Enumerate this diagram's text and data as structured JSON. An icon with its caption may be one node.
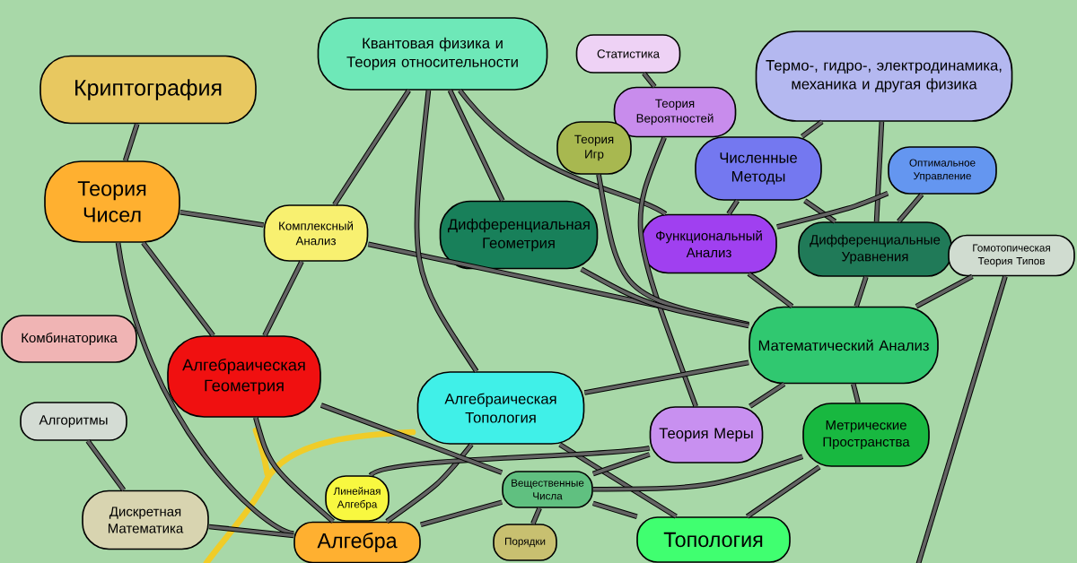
{
  "diagram": {
    "nodes": [
      {
        "text": [
          "Криптография"
        ]
      },
      {
        "text": [
          "Квантовая физика и Теория относительности"
        ]
      },
      {
        "text": [
          "Статистика"
        ]
      },
      {
        "text": [
          "Термо-, гидро-, электродинамика, механика и другая физика"
        ]
      },
      {
        "text": [
          "Теория Чисел"
        ]
      },
      {
        "text": [
          "Теория Вероятностей"
        ]
      },
      {
        "text": [
          "Теория Игр"
        ]
      },
      {
        "text": [
          "Численные Методы"
        ]
      },
      {
        "text": [
          "Оптимальное Управление"
        ]
      },
      {
        "text": [
          "Комплексный Анализ"
        ]
      },
      {
        "text": [
          "Дифференциальная Геометрия"
        ]
      },
      {
        "text": [
          "Функциональный Анализ"
        ]
      },
      {
        "text": [
          "Дифференциальные Уравнения"
        ]
      },
      {
        "text": [
          "Гомотопическая Теория Типов"
        ]
      },
      {
        "text": [
          "Комбинаторика"
        ]
      },
      {
        "text": [
          "Математический Анализ"
        ]
      },
      {
        "text": [
          "Алгебраическая Геометрия"
        ]
      },
      {
        "text": [
          "Алгоритмы"
        ]
      },
      {
        "text": [
          "Алгебраическая Топология"
        ]
      },
      {
        "text": [
          "Теория Меры"
        ]
      },
      {
        "text": [
          "Метрические Пространства"
        ]
      },
      {
        "text": [
          "Линейная Алгебра"
        ]
      },
      {
        "text": [
          "Вещественные Числа"
        ]
      },
      {
        "text": [
          "Дискретная Математика"
        ]
      },
      {
        "text": [
          "Алгебра"
        ]
      },
      {
        "text": [
          "Порядки"
        ]
      },
      {
        "text": [
          "Топология"
        ]
      }
    ],
    "edges": [
      {
        "from": 0,
        "to": 4,
        "arrow": "none"
      },
      {
        "from": 4,
        "to": 9,
        "arrow": "none"
      },
      {
        "from": 4,
        "to": 16,
        "arrow": "none"
      },
      {
        "from": 4,
        "to": 24,
        "arrow": "none"
      },
      {
        "from": 9,
        "to": 1,
        "arrow": "none"
      },
      {
        "from": 9,
        "to": 16,
        "arrow": "none"
      },
      {
        "from": 9,
        "to": 15,
        "arrow": "none"
      },
      {
        "from": 1,
        "to": 18,
        "arrow": "none"
      },
      {
        "from": 1,
        "to": 10,
        "arrow": "none"
      },
      {
        "from": 1,
        "to": 11,
        "arrow": "none"
      },
      {
        "from": 2,
        "to": 5,
        "arrow": "none"
      },
      {
        "from": 5,
        "to": 19,
        "arrow": "none"
      },
      {
        "from": 3,
        "to": 7,
        "arrow": "none"
      },
      {
        "from": 3,
        "to": 12,
        "arrow": "none"
      },
      {
        "from": 7,
        "to": 11,
        "arrow": "none"
      },
      {
        "from": 7,
        "to": 12,
        "arrow": "none"
      },
      {
        "from": 8,
        "to": 11,
        "arrow": "none"
      },
      {
        "from": 8,
        "to": 12,
        "arrow": "none"
      },
      {
        "from": 6,
        "to": 15,
        "arrow": "none"
      },
      {
        "from": 10,
        "to": 15,
        "arrow": "none"
      },
      {
        "from": 11,
        "to": 15,
        "arrow": "none"
      },
      {
        "from": 12,
        "to": 15,
        "arrow": "none"
      },
      {
        "from": 13,
        "to": 15,
        "arrow": "none"
      },
      {
        "from": 15,
        "to": 20,
        "arrow": "none"
      },
      {
        "from": 15,
        "to": 18,
        "arrow": "none"
      },
      {
        "from": 15,
        "to": 19,
        "arrow": "none"
      },
      {
        "from": 16,
        "to": 24,
        "arrow": "none"
      },
      {
        "from": 17,
        "to": 23,
        "arrow": "none"
      },
      {
        "from": 23,
        "to": 24,
        "arrow": "none"
      },
      {
        "from": 18,
        "to": 24,
        "arrow": "none"
      },
      {
        "from": 18,
        "to": 26,
        "arrow": "none"
      },
      {
        "from": 21,
        "to": 19,
        "arrow": "none"
      },
      {
        "from": 22,
        "to": 19,
        "arrow": "none"
      },
      {
        "from": 22,
        "to": 20,
        "arrow": "none"
      },
      {
        "from": 22,
        "to": 24,
        "arrow": "none"
      },
      {
        "from": 22,
        "to": 25,
        "arrow": "none"
      },
      {
        "from": 22,
        "to": 26,
        "arrow": "none"
      },
      {
        "from": 20,
        "to": 26,
        "arrow": "none"
      },
      {
        "from": 16,
        "to": 22,
        "arrow": "none"
      },
      {
        "from": 13,
        "to": null,
        "arrow": "none"
      }
    ]
  }
}
